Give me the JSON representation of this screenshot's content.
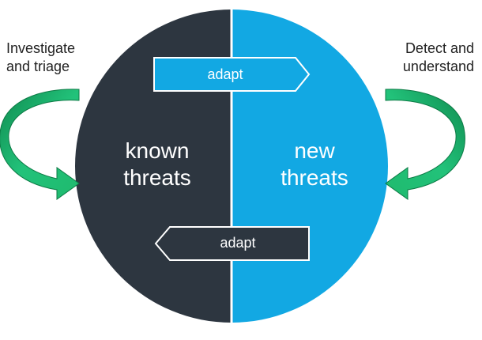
{
  "labels": {
    "left_line1": "Investigate",
    "left_line2": "and triage",
    "right_line1": "Detect and",
    "right_line2": "understand"
  },
  "circle": {
    "left_line1": "known",
    "left_line2": "threats",
    "right_line1": "new",
    "right_line2": "threats"
  },
  "arrows": {
    "top_label": "adapt",
    "bottom_label": "adapt"
  },
  "colors": {
    "dark": "#2d3640",
    "blue": "#12a8e3",
    "green": "#1fba6e",
    "green_dark": "#0f8a4f",
    "text": "#222222"
  }
}
